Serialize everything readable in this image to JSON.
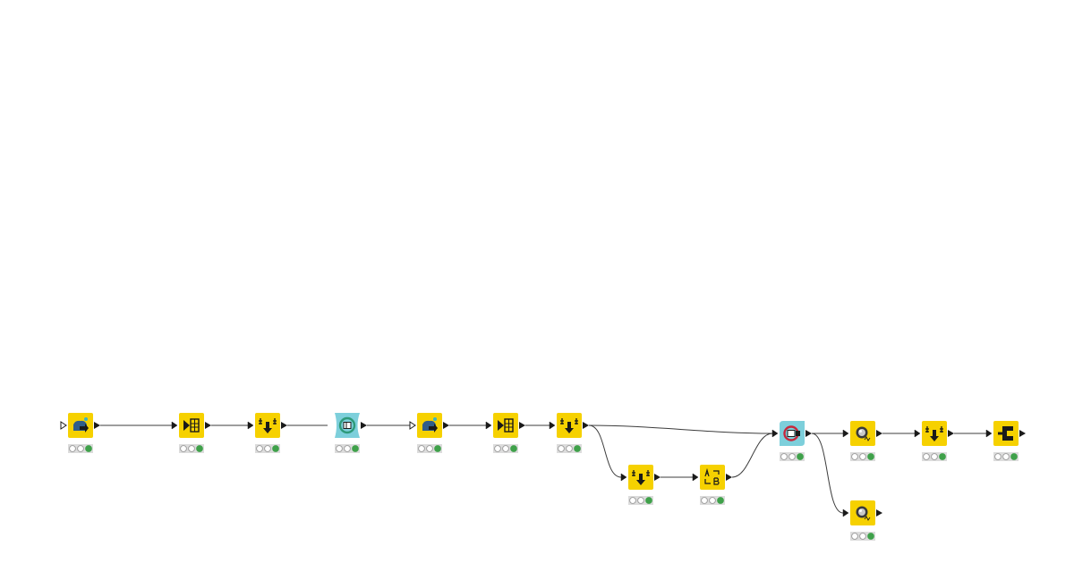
{
  "workflow": {
    "colors": {
      "manipulator": "#f6d100",
      "flow_control": "#7dcfdb",
      "edge": "#3c3c3c",
      "port": "#1a1a1a",
      "status_bg": "#dcdcdc",
      "status_ring": "#9a9a9a",
      "status_executed": "#3fa14a"
    },
    "nodes": [
      {
        "id": "n1",
        "kind": "manipulator",
        "icon": "table-creator-icon",
        "status": "executed"
      },
      {
        "id": "n2",
        "kind": "manipulator",
        "icon": "column-filter-icon",
        "status": "executed"
      },
      {
        "id": "n3",
        "kind": "manipulator",
        "icon": "row-sorter-icon",
        "status": "executed"
      },
      {
        "id": "n4",
        "kind": "flow_control",
        "icon": "loop-start-icon",
        "status": "executed"
      },
      {
        "id": "n5",
        "kind": "manipulator",
        "icon": "table-creator-icon",
        "status": "executed"
      },
      {
        "id": "n6",
        "kind": "manipulator",
        "icon": "column-filter-icon",
        "status": "executed"
      },
      {
        "id": "n7",
        "kind": "manipulator",
        "icon": "row-sorter-icon",
        "status": "executed"
      },
      {
        "id": "n8",
        "kind": "manipulator",
        "icon": "row-sorter-icon",
        "status": "executed"
      },
      {
        "id": "n9",
        "kind": "manipulator",
        "icon": "column-rename-icon",
        "status": "executed"
      },
      {
        "id": "n10",
        "kind": "flow_control",
        "icon": "loop-end-icon",
        "status": "executed"
      },
      {
        "id": "n11",
        "kind": "manipulator",
        "icon": "table-view-icon",
        "status": "executed"
      },
      {
        "id": "n12",
        "kind": "manipulator",
        "icon": "row-sorter-icon",
        "status": "executed"
      },
      {
        "id": "n13",
        "kind": "manipulator",
        "icon": "joiner-icon",
        "status": "executed"
      },
      {
        "id": "n14",
        "kind": "manipulator",
        "icon": "table-view-icon",
        "status": "executed"
      }
    ],
    "edges": [
      {
        "from": "n1",
        "to": "n2"
      },
      {
        "from": "n2",
        "to": "n3"
      },
      {
        "from": "n3",
        "to": "n4"
      },
      {
        "from": "n4",
        "to": "n5"
      },
      {
        "from": "n5",
        "to": "n6"
      },
      {
        "from": "n6",
        "to": "n7"
      },
      {
        "from": "n7",
        "to": "n10"
      },
      {
        "from": "n7",
        "to": "n8"
      },
      {
        "from": "n8",
        "to": "n9"
      },
      {
        "from": "n9",
        "to": "n10"
      },
      {
        "from": "n10",
        "to": "n11"
      },
      {
        "from": "n10",
        "to": "n14"
      },
      {
        "from": "n11",
        "to": "n12"
      },
      {
        "from": "n12",
        "to": "n13"
      }
    ]
  }
}
